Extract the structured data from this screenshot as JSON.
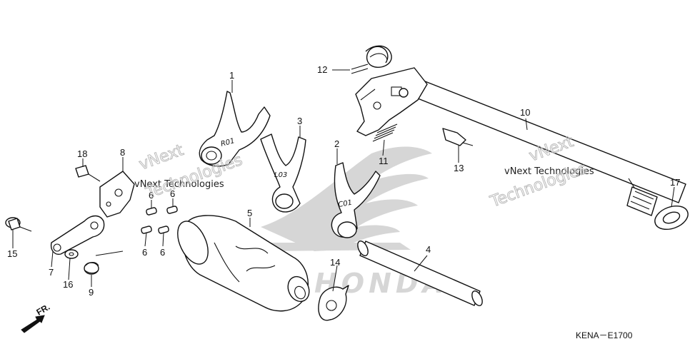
{
  "diagram": {
    "callouts": {
      "c1": "1",
      "c2": "2",
      "c3": "3",
      "c4": "4",
      "c5": "5",
      "c6a": "6",
      "c6b": "6",
      "c6c": "6",
      "c6d": "6",
      "c7": "7",
      "c8": "8",
      "c9": "9",
      "c10": "10",
      "c11": "11",
      "c12": "12",
      "c13": "13",
      "c14": "14",
      "c15": "15",
      "c16": "16",
      "c17": "17",
      "c18": "18"
    },
    "watermark_line1": "vNext Technologies",
    "watermark_line2": "vNext",
    "watermark_line3": "Technologies",
    "brand_text": "HONDA",
    "front_label": "FR.",
    "diagram_code": "KENA－E1700"
  },
  "colors": {
    "ink": "#111111",
    "watermark_outline": "#bbbbbb",
    "brand_fill": "#d6d6d6"
  }
}
